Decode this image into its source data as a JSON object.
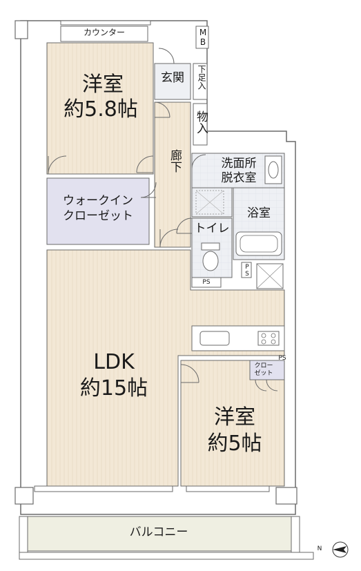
{
  "rooms": {
    "western1": {
      "name": "洋室",
      "size": "約5.8帖"
    },
    "ldk": {
      "name": "LDK",
      "size": "約15帖"
    },
    "western2": {
      "name": "洋室",
      "size": "約5帖"
    },
    "walkin_closet": {
      "line1": "ウォークイン",
      "line2": "クローゼット"
    },
    "entrance": "玄関",
    "hallway": "廊下",
    "storage": "物入",
    "shoe_box": "下足入",
    "mb": "MB",
    "washroom": {
      "line1": "洗面所",
      "line2": "脱衣室"
    },
    "bathroom": "浴室",
    "toilet": "トイレ",
    "ps_toilet": "PS",
    "ps_side": "PS",
    "ps_closet": "PS",
    "closet": {
      "line1": "クロー",
      "line2": "ゼット"
    },
    "counter": "カウンター",
    "balcony": "バルコニー"
  },
  "compass": {
    "label": "N",
    "icon": "north-arrow-icon"
  },
  "colors": {
    "floor": "#f3e8d6",
    "wall": "#ffffff",
    "wall_line": "#6a6a6a",
    "closet": "#e2e1ef",
    "wet_area": "#eef0f4",
    "balcony": "#efefe2"
  }
}
